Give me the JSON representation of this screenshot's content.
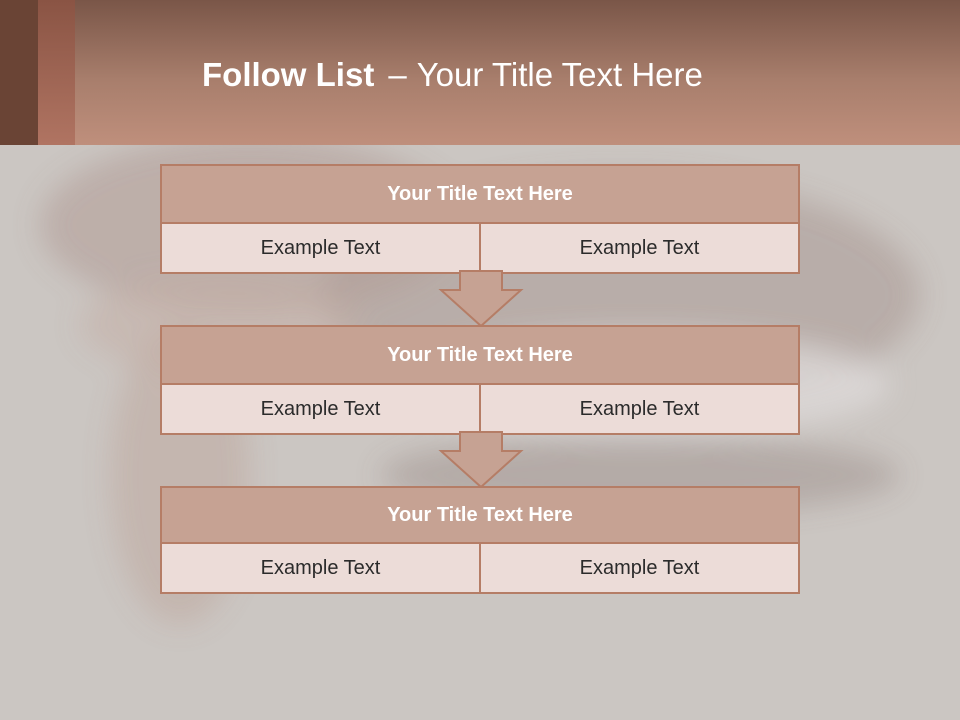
{
  "slide": {
    "title_bold": "Follow List",
    "title_dash": "–",
    "title_rest": "Your Title Text Here"
  },
  "steps": [
    {
      "title": "Your Title Text Here",
      "left": "Example Text",
      "right": "Example Text"
    },
    {
      "title": "Your Title Text Here",
      "left": "Example Text",
      "right": "Example Text"
    },
    {
      "title": "Your Title Text Here",
      "left": "Example Text",
      "right": "Example Text"
    }
  ],
  "colors": {
    "header": "#a87e6c",
    "box_border": "#b57d66",
    "box_title_bg": "#c6a293",
    "box_cell_bg": "#ecdcd8",
    "background": "#cbc6c2"
  },
  "icons": [
    "down-arrow-icon",
    "down-arrow-icon"
  ]
}
